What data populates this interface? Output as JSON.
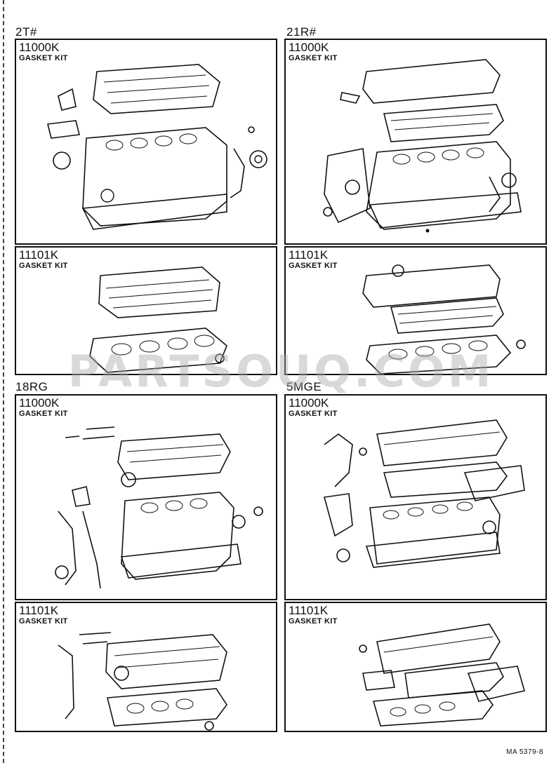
{
  "sections": [
    {
      "label": "2T#",
      "panels": [
        {
          "part_no": "11000K",
          "name": "GASKET KIT",
          "illustration": "engine-full-gasket-set-icon"
        },
        {
          "part_no": "11101K",
          "name": "GASKET KIT",
          "illustration": "head-gasket-set-icon"
        }
      ]
    },
    {
      "label": "21R#",
      "panels": [
        {
          "part_no": "11000K",
          "name": "GASKET KIT",
          "illustration": "engine-full-gasket-set-icon"
        },
        {
          "part_no": "11101K",
          "name": "GASKET KIT",
          "illustration": "head-gasket-set-icon"
        }
      ]
    },
    {
      "label": "18RG",
      "panels": [
        {
          "part_no": "11000K",
          "name": "GASKET KIT",
          "illustration": "engine-full-gasket-set-icon"
        },
        {
          "part_no": "11101K",
          "name": "GASKET KIT",
          "illustration": "head-gasket-set-icon"
        }
      ]
    },
    {
      "label": "5MGE",
      "panels": [
        {
          "part_no": "11000K",
          "name": "GASKET KIT",
          "illustration": "engine-full-gasket-set-icon"
        },
        {
          "part_no": "11101K",
          "name": "GASKET KIT",
          "illustration": "head-gasket-set-icon"
        }
      ]
    }
  ],
  "watermark": "PARTSOUQ.COM",
  "footer": "MA  5379-8"
}
